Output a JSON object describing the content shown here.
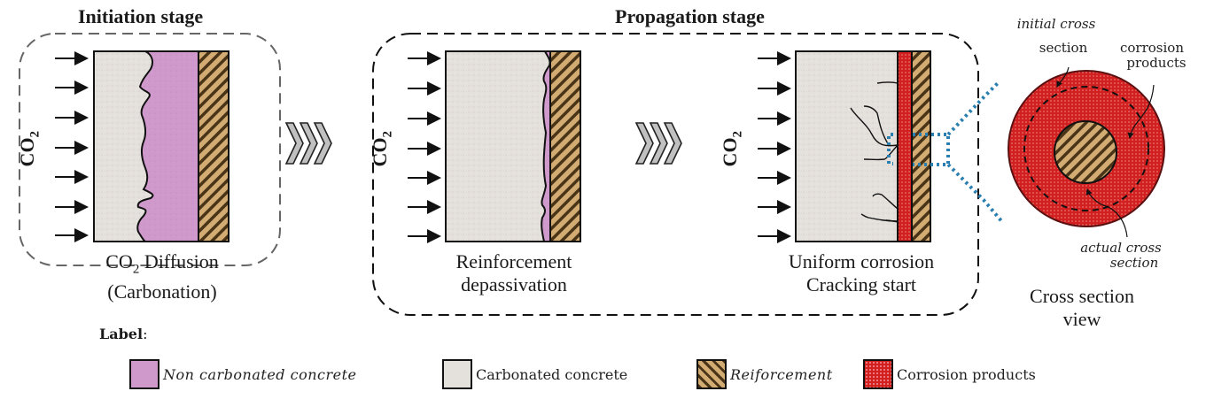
{
  "stages": {
    "initiation": {
      "title": "Initiation stage"
    },
    "propagation": {
      "title": "Propagation stage"
    }
  },
  "panels": [
    {
      "gas_label": "CO",
      "gas_sub": "2",
      "caption_line1_main": "CO",
      "caption_line1_sub": "2",
      "caption_line1_rest": " Diffusion",
      "caption_line2": "(Carbonation)"
    },
    {
      "gas_label": "CO",
      "gas_sub": "2",
      "caption_line1": "Reinforcement",
      "caption_line2": "depassivation"
    },
    {
      "gas_label": "CO",
      "gas_sub": "2",
      "caption_line1": "Uniform corrosion",
      "caption_line2": "Cracking start"
    }
  ],
  "cross_section": {
    "annotations": {
      "initial_line1": "initial cross",
      "initial_line2": "section",
      "products_line1": "corrosion",
      "products_line2": "products",
      "actual_line1": "actual cross",
      "actual_line2": "section"
    },
    "caption_line1": "Cross section",
    "caption_line2": "view"
  },
  "legend": {
    "title": "Label",
    "colon": ":",
    "items": [
      {
        "label": "Non carbonated concrete",
        "material": "non-carbonated-concrete"
      },
      {
        "label": "Carbonated concrete",
        "material": "carbonated-concrete"
      },
      {
        "label": "Reiforcement",
        "material": "reinforcement"
      },
      {
        "label": "Corrosion products",
        "material": "corrosion-products"
      }
    ]
  },
  "colors": {
    "non_carbonated": "#cf99cb",
    "carbonated": "#e4e0dc",
    "reinforcement_base": "#d2ac72",
    "reinforcement_stripe": "#4a3418",
    "corrosion": "#d42020",
    "zoom_frame": "#2a7fb0",
    "chevron": "#c0c0c0"
  }
}
